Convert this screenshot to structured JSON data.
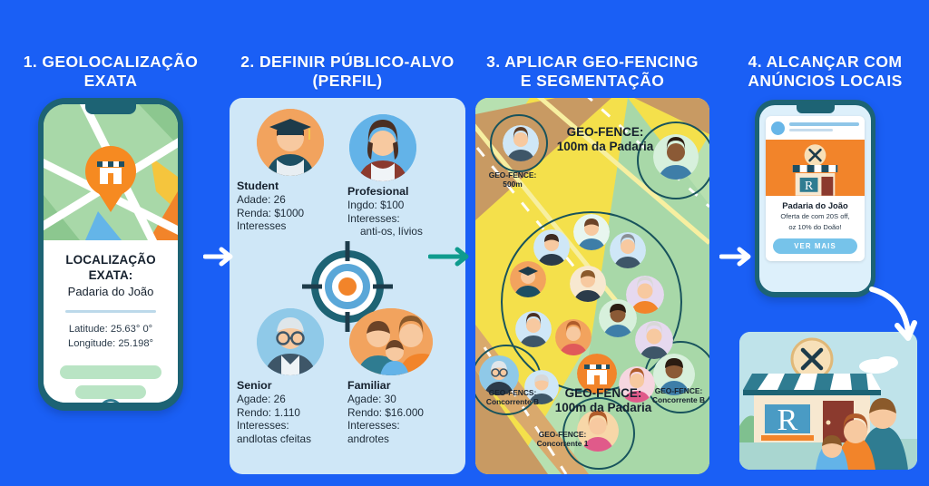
{
  "background_color": "#1a5ff5",
  "steps": [
    {
      "id": "step-1",
      "title": "1. GEOLOCALIZAÇÃO\nEXATA"
    },
    {
      "id": "step-2",
      "title": "2. DEFINIR PÚBLICO-ALVO\n(PERFIL)"
    },
    {
      "id": "step-3",
      "title": "3. APLICAR GEO-FENCING\nE SEGMENTAÇÃO"
    },
    {
      "id": "step-4",
      "title": "4. ALCANÇAR COM\nANÚNCIOS LOCAIS"
    }
  ],
  "step1": {
    "heading": "1. GEOLOCALIZAÇÃO EXATA",
    "line1": "1. GEOLOCALIZAÇÃO",
    "line2": "EXATA",
    "location_label": "LOCALIZAÇÃO EXATA:",
    "business_name": "Padaria do João",
    "latitude": "Latitude: 25.63° 0°",
    "longitude": "Longitude: 25.198°",
    "map_pin_icon": "store-pin-icon"
  },
  "step2": {
    "line1": "2. DEFINIR PÚBLICO-ALVO",
    "line2": "(PERFIL)",
    "target_icon": "bullseye-target-icon",
    "personas": [
      {
        "name": "Student",
        "avatar": "graduate-student-avatar",
        "lines": [
          "Adade: 26",
          "Renda: $1000",
          "Interesses"
        ]
      },
      {
        "name": "Profesional",
        "avatar": "businesswoman-avatar",
        "lines": [
          "Ingdo: $100",
          "Interesses:",
          "anti-os, lívios"
        ]
      },
      {
        "name": "Senior",
        "avatar": "senior-man-avatar",
        "lines": [
          "Agade: 26",
          "Rendo: 1.110",
          "Interesses:",
          "andlotas cfeitas"
        ]
      },
      {
        "name": "Familiar",
        "avatar": "family-avatar",
        "lines": [
          "Agade: 30",
          "Rendo: $16.000",
          "Interesses:",
          "androtes"
        ]
      }
    ]
  },
  "step3": {
    "line1": "3. APLICAR GEO-FENCING",
    "line2": "E SEGMENTAÇÃO",
    "labels": [
      {
        "id": "gf-top",
        "line1": "GEO-FENCE:",
        "line2": "100m da Padaria"
      },
      {
        "id": "gf-500m",
        "line1": "GEO-FENCE:",
        "line2": "500m"
      },
      {
        "id": "gf-bottom",
        "line1": "GEO-FENCE:",
        "line2": "100m da Padaria"
      },
      {
        "id": "gf-comp-b-l",
        "line1": "GEO-FENCS:",
        "line2": "Concorrente B"
      },
      {
        "id": "gf-comp-b-r",
        "line1": "GEO-FENCE:",
        "line2": "Concorrente B"
      },
      {
        "id": "gf-comp-1",
        "line1": "GEO-FENCE:",
        "line2": "Concorrente 1"
      }
    ]
  },
  "step4": {
    "line1": "4. ALCANÇAR COM",
    "line2": "ANÚNCIOS LOCAIS",
    "ad": {
      "title": "Padaria do João",
      "desc_line1": "Oferta de com 20S off,",
      "desc_line2": "oz 10% do Doão!",
      "cta": "VER MAIS",
      "image_icon": "bakery-storefront-icon"
    },
    "storefront_icon": "storefront-family-icon"
  },
  "colors": {
    "brand_blue": "#1a5ff5",
    "teal": "#1d6374",
    "orange": "#f2842a",
    "yellow": "#f4e04b",
    "green": "#a8d8a8",
    "light_blue_panel": "#cfe7f7",
    "cta_blue": "#76c3ea"
  }
}
